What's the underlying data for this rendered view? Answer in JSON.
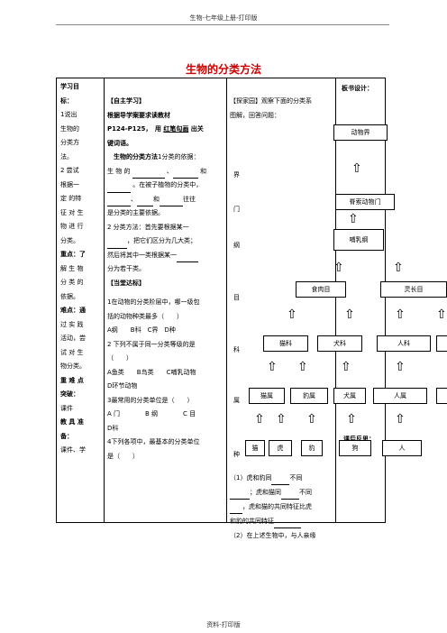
{
  "header": "生物-七年级上册-打印版",
  "title": "生物的分类方法",
  "col1": [
    "学习目",
    "标：",
    "1说出",
    "生物的",
    "分类方",
    "法。",
    "2 尝试",
    "根据一",
    "定 的特",
    "征 对 生",
    "物 进 行",
    "分类。",
    "重点：了",
    "解 生 物",
    "分 类 的",
    "依据。",
    "难点：通",
    "过 实 践",
    "活动，尝",
    "试 对 生",
    "物分类。",
    "重 难 点",
    "突破：",
    "课件",
    "教 具 准",
    "备：",
    "课件、学"
  ],
  "col2": {
    "self_study": "【自主学习】",
    "read_prefix": "根据导学案要求读教材",
    "pages": "P124-P125，",
    "use": "用",
    "redpen": "红笔勾画",
    "find": "出关",
    "keywords": "键词语。",
    "method_title": "生物的分类方法",
    "q1": "1分类的依据：",
    "l1": "生 物 的",
    "and": "和",
    "l2a": "。在被子植物的分类中，",
    "l3b": "和",
    "l3c": "往往",
    "l4": "是分类的主要依据。",
    "q2": "2 分类方法：首先要根据某一",
    "l5": "，把它们区分为几大类；",
    "l6": "然后将其中一类根据某一",
    "l7": "分为若干类。",
    "practice": "【当堂达标】",
    "p1a": "1在动物的分类阶层中，哪一级包",
    "p1b": "括的动物种类最多（　　）",
    "p1c": "A纲　　B科　C界　D种",
    "p2a": "2 下列不属于同一分类等级的是",
    "p2b": "（　　）",
    "p2c": "A鱼类　　B鸟类　　C哺乳动物",
    "p2d": "D环节动物",
    "p3a": "3最常用的分类单位是（　　）",
    "p3b": "A 门　　　　B 纲　　　　C 目",
    "p3c": "D科",
    "p4a": "4下列各项中，最基本的分类单位",
    "p4b": "是（　　）"
  },
  "col3": {
    "intro1": "【探家园】观察下面的分类系",
    "intro2": "图解，回答问题：",
    "rank_jie": "界",
    "rank_men": "门",
    "rank_gang": "纲",
    "rank_mu": "目",
    "rank_ke": "科",
    "rank_shu": "属",
    "rank_zhong": "种",
    "q1a": "（1）虎和豹同",
    "q1b": "不同",
    "q1c": "；虎和猫同",
    "q1d": "不同",
    "q1e": "，虎和猫的共同特征比虎",
    "q1f": "和豹的共同特征",
    "q2": "（2）在上述生物中，与人亲缘"
  },
  "diagram": {
    "kingdom": "动物界",
    "phylum": "脊索动物门",
    "class": "哺乳纲",
    "order1": "食肉目",
    "order2": "灵长目",
    "fam1": "猫科",
    "fam2": "犬科",
    "fam3": "人科",
    "gen1": "猫属",
    "gen2": "豹属",
    "gen3": "犬属",
    "gen4": "人属",
    "sp1": "猫",
    "sp2": "虎",
    "sp3": "豹",
    "sp4": "狗",
    "sp5": "人",
    "up_arrow": "⇧"
  },
  "col4": {
    "board": "板书设计：",
    "reflect": "课后反思："
  },
  "footer": "资料-打印版"
}
